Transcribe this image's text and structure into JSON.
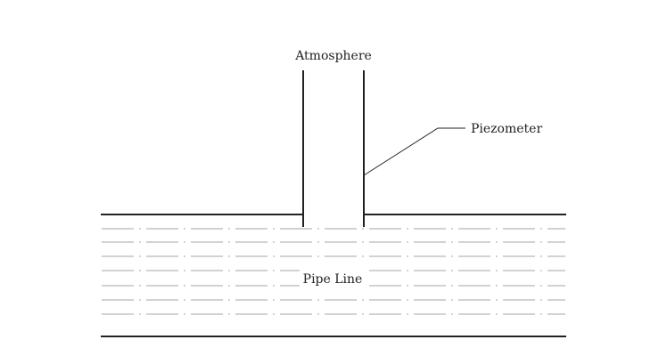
{
  "labels": {
    "atmosphere": "Atmosphere",
    "piezometer": "Piezometer",
    "pipe_line": "Pipe Line"
  },
  "colors": {
    "stroke": "#222222",
    "flow_lines": "#a6a6a6",
    "background": "#ffffff"
  }
}
